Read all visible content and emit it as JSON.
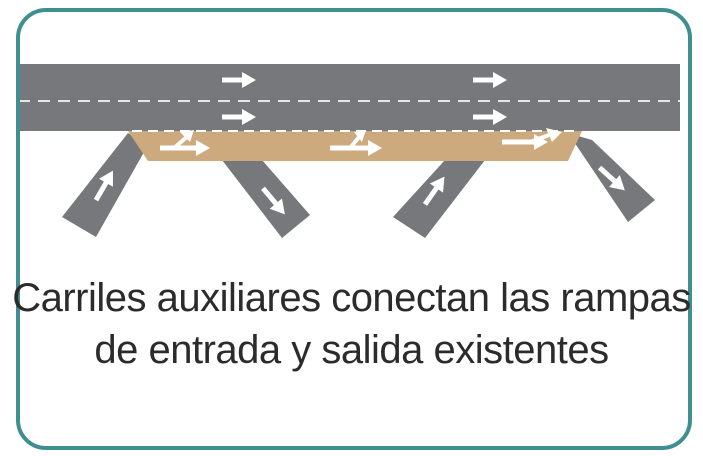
{
  "caption": {
    "line1": "Carriles auxiliares conectan las rampas",
    "line2": "de entrada y salida existentes"
  },
  "colors": {
    "frame": "#3f8f90",
    "road": "#77787b",
    "auxiliary_lane": "#cdaa7d",
    "arrow": "#ffffff",
    "text": "#2b2b2b"
  },
  "icons": {
    "mainline_arrows": "right-arrow",
    "auxiliary_arrows": "merge-arrow"
  }
}
